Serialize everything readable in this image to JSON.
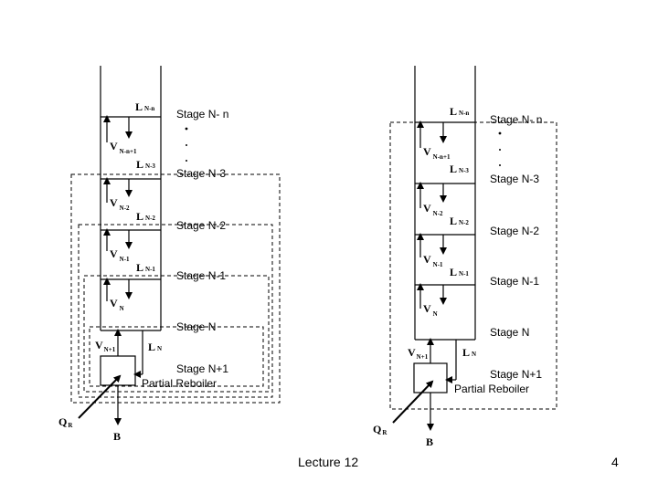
{
  "footer": {
    "lecture": "Lecture 12",
    "page": "4"
  },
  "left": {
    "stage_labels": {
      "n": "Stage N- n",
      "n3": "Stage N-3",
      "n2": "Stage N-2",
      "n1": "Stage N-1",
      "nN": "Stage N",
      "reb": "Stage N+1",
      "reb_name": "Partial Reboiler"
    },
    "streams": {
      "L_Nn": "L",
      "L_Nn_sub": "N-n",
      "V_Nn1": "V",
      "V_Nn1_sub": "N-n+1",
      "L_N3": "L",
      "L_N3_sub": "N-3",
      "V_N2": "V",
      "V_N2_sub": "N-2",
      "L_N2": "L",
      "L_N2_sub": "N-2",
      "V_N1": "V",
      "V_N1_sub": "N-1",
      "L_N1": "L",
      "L_N1_sub": "N-1",
      "V_N": "V",
      "V_N_sub": "N",
      "V_Np1": "V",
      "V_Np1_sub": "N+1",
      "L_N": "L",
      "L_N_sub": "N",
      "Q_R": "Q",
      "Q_R_sub": "R",
      "B": "B"
    }
  },
  "right": {
    "stage_labels": {
      "n": "Stage N- n",
      "n3": "Stage N-3",
      "n2": "Stage N-2",
      "n1": "Stage N-1",
      "nN": "Stage N",
      "reb": "Stage N+1",
      "reb_name": "Partial Reboiler"
    },
    "streams": {
      "L_Nn": "L",
      "L_Nn_sub": "N-n",
      "V_Nn1": "V",
      "V_Nn1_sub": "N-n+1",
      "L_N3": "L",
      "L_N3_sub": "N-3",
      "V_N2": "V",
      "V_N2_sub": "N-2",
      "L_N2": "L",
      "L_N2_sub": "N-2",
      "V_N1": "V",
      "V_N1_sub": "N-1",
      "L_N1": "L",
      "L_N1_sub": "N-1",
      "V_N": "V",
      "V_N_sub": "N",
      "V_Np1": "V",
      "V_Np1_sub": "N+1",
      "L_N": "L",
      "L_N_sub": "N",
      "Q_R": "Q",
      "Q_R_sub": "R",
      "B": "B"
    }
  }
}
